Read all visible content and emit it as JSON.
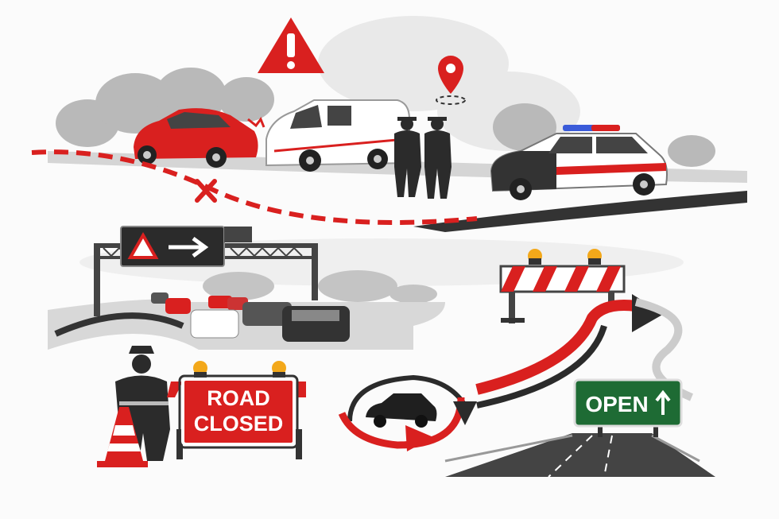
{
  "signs": {
    "road_closed_line1": "ROAD",
    "road_closed_line2": "CLOSED",
    "open": "OPEN"
  },
  "colors": {
    "accent_red": "#d9201f",
    "sign_green": "#1e6b34",
    "dark": "#2b2b2b",
    "silhouette_gray": "#b5b5b5"
  },
  "icons": [
    "warning-triangle-icon",
    "location-pin-icon",
    "arrow-right-icon",
    "arrow-up-icon",
    "x-mark-icon"
  ]
}
